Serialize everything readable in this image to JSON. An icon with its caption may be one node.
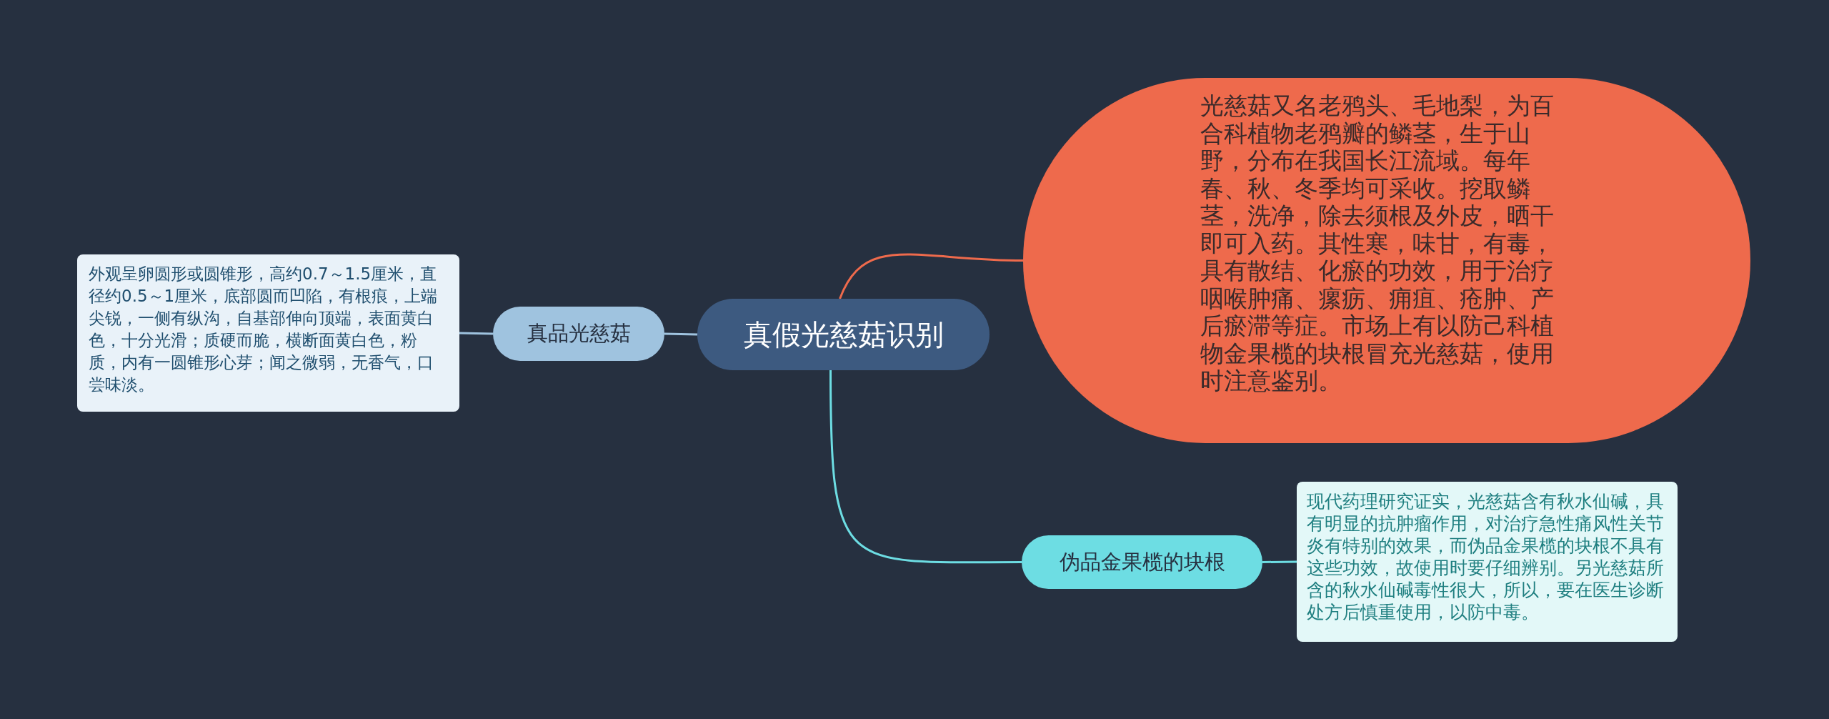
{
  "diagram": {
    "nodes": [
      {
        "text": [
          "真假光慈菇识别"
        ]
      },
      {
        "text": [
          "真品光慈菇"
        ]
      },
      {
        "text": [
          "外观呈卵圆形或圆锥形，高约0.7～1.5厘米，直径约0.5～1厘米，底部圆而凹陷，有根痕，上端尖锐，一侧有纵沟，自基部伸向顶端，表面黄白色，十分光滑；质硬而脆，横断面黄白色，粉质，内有一圆锥形心芽；闻之微弱，无香气，口尝味淡。"
        ]
      },
      {
        "text": [
          "光慈菇又名老鸦头、毛地梨，为百合科植物老鸦瓣的鳞茎，生于山野，分布在我国长江流域。每年春、秋、冬季均可采收。挖取鳞茎，洗净，除去须根及外皮，晒干即可入药。其性寒，味甘，有毒，具有散结、化瘀的功效，用于治疗咽喉肿痛、瘰疬、痈疽、疮肿、产后瘀滞等症。市场上有以防己科植物金果榄的块根冒充光慈菇，使用时注意鉴别。"
        ]
      },
      {
        "text": [
          "伪品金果榄的块根"
        ]
      },
      {
        "text": [
          "现代药理研究证实，光慈菇含有秋水仙碱，具有明显的抗肿瘤作用，对治疗急性痛风性关节炎有特别的效果，而伪品金果榄的块根不具有这些功效，故使用时要仔细辨别。另光慈菇所含的秋水仙碱毒性很大，所以，要在医生诊断处方后慎重使用，以防中毒。"
        ]
      }
    ],
    "edges": [
      {
        "from": 0,
        "to": 1,
        "arrow": "none",
        "color": "#9fc3df"
      },
      {
        "from": 1,
        "to": 2,
        "arrow": "none",
        "color": "#9fc3df"
      },
      {
        "from": 0,
        "to": 3,
        "arrow": "none",
        "color": "#ee6a4c"
      },
      {
        "from": 0,
        "to": 4,
        "arrow": "none",
        "color": "#6ddde3"
      },
      {
        "from": 4,
        "to": 5,
        "arrow": "none",
        "color": "#6ddde3"
      }
    ]
  }
}
